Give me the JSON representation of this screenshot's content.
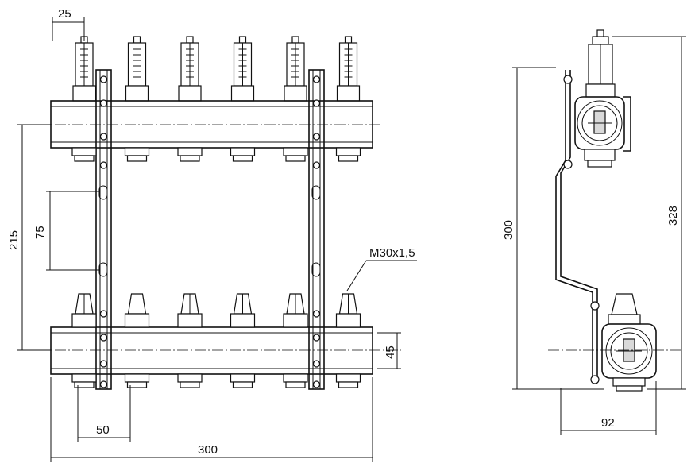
{
  "drawing": {
    "title": "manifold-technical-drawing",
    "dimensions": {
      "outlet_width": "25",
      "outlet_spacing": "50",
      "total_width": "300",
      "height_overall": "215",
      "mount_hole_spacing": "75",
      "bar_height": "45",
      "side_height": "300",
      "side_total_height": "328",
      "side_depth": "92",
      "thread": "M30x1,5"
    },
    "outlet_count": 6
  }
}
